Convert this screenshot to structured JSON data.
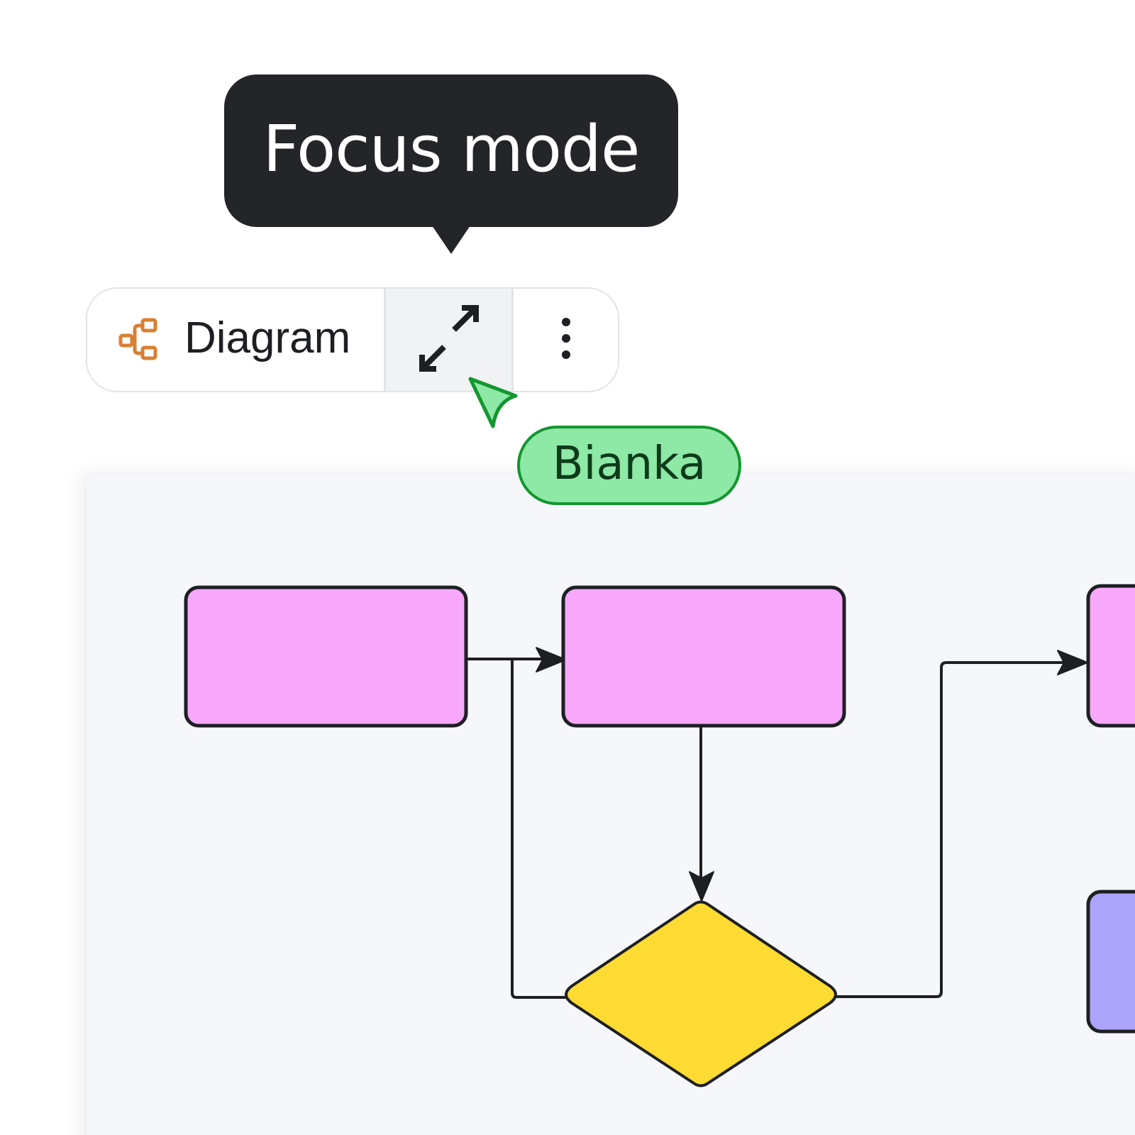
{
  "tooltip": {
    "text": "Focus mode"
  },
  "toolbar": {
    "diagram_icon": "diagram-icon",
    "diagram_label": "Diagram",
    "focus_icon": "expand-arrows-icon",
    "more_icon": "more-vertical-icon"
  },
  "collaborator": {
    "name": "Bianka",
    "cursor_icon": "cursor-pointer-icon",
    "color": "#8ee8a6",
    "border_color": "#14962f"
  },
  "diagram": {
    "process_fill": "#f7a8fb",
    "decision_fill": "#fedb33",
    "alt_fill": "#aca4fb",
    "stroke": "#1e1f23"
  }
}
